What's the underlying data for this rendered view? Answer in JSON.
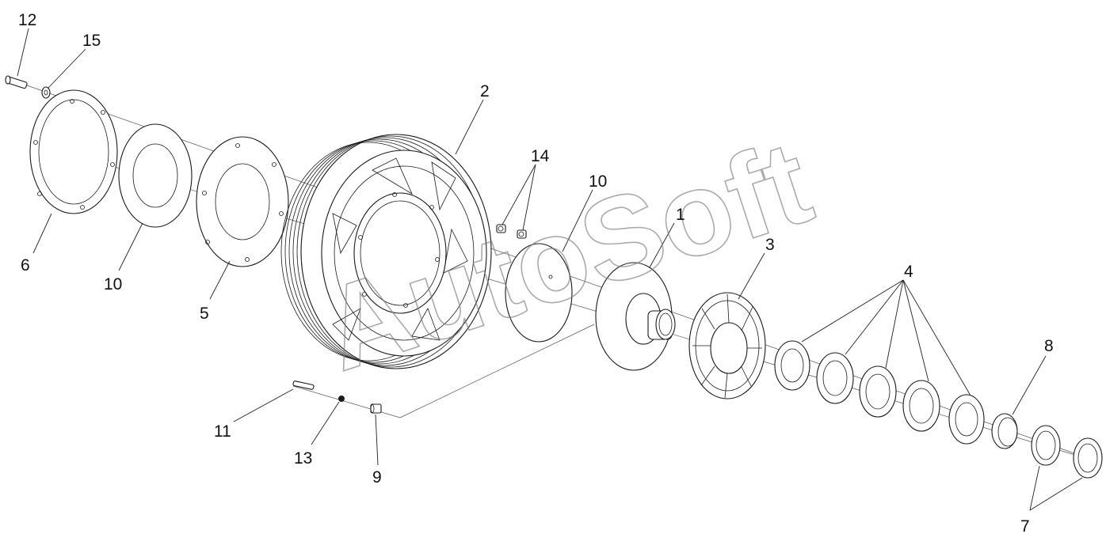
{
  "watermark": "AutoSoft",
  "callouts": [
    "12",
    "15",
    "6",
    "10",
    "5",
    "2",
    "14",
    "10",
    "1",
    "3",
    "4",
    "8",
    "11",
    "13",
    "9",
    "7"
  ]
}
